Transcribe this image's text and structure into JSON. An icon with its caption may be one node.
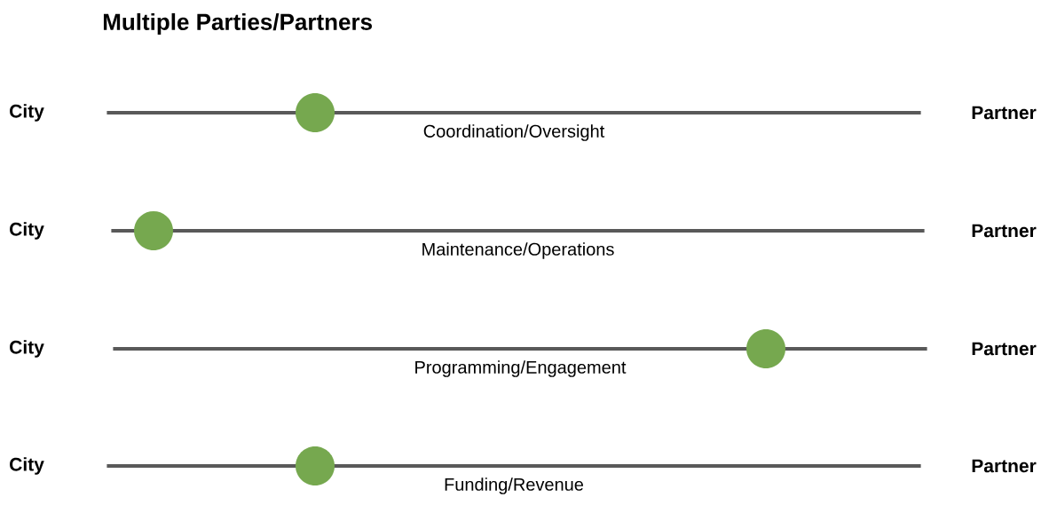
{
  "diagram": {
    "title": "Multiple Parties/Partners",
    "nodes": [
      {
        "text": [
          "City"
        ]
      },
      {
        "text": [
          "Partner"
        ]
      },
      {
        "text": [
          "City"
        ]
      },
      {
        "text": [
          "Partner"
        ]
      },
      {
        "text": [
          "City"
        ]
      },
      {
        "text": [
          "Partner"
        ]
      },
      {
        "text": [
          "City"
        ]
      },
      {
        "text": [
          "Partner"
        ]
      }
    ],
    "edges": [
      {
        "from": 0,
        "to": 1,
        "arrow": "none",
        "label": "Coordination/Oversight"
      },
      {
        "from": 2,
        "to": 3,
        "arrow": "none",
        "label": "Maintenance/Operations"
      },
      {
        "from": 4,
        "to": 5,
        "arrow": "none",
        "label": "Programming/Engagement"
      },
      {
        "from": 6,
        "to": 7,
        "arrow": "none",
        "label": "Funding/Revenue"
      }
    ]
  }
}
